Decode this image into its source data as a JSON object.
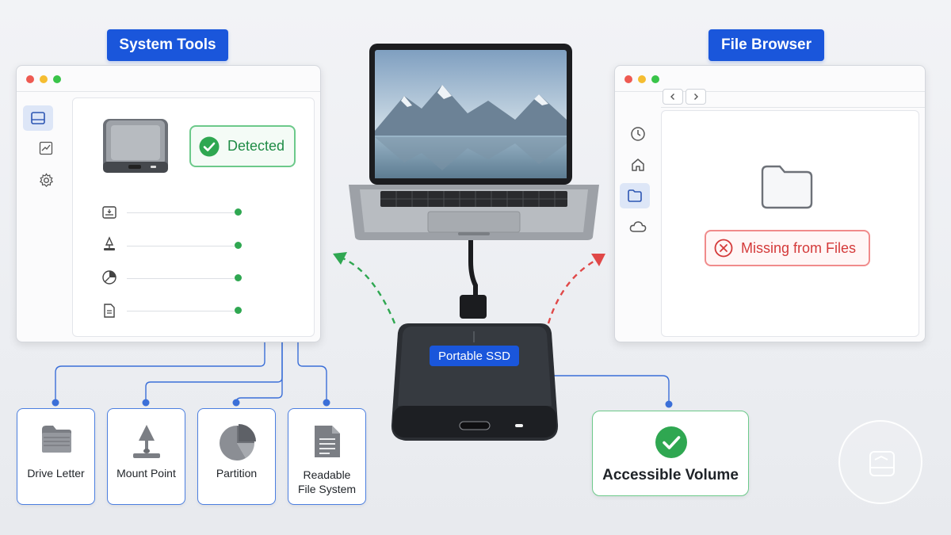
{
  "left_panel": {
    "title": "System Tools",
    "status_label": "Detected",
    "sidebar_icons": [
      "drive-icon",
      "chart-icon",
      "gear-icon"
    ],
    "rows": [
      {
        "icon": "drive-letter-icon"
      },
      {
        "icon": "mount-point-icon"
      },
      {
        "icon": "partition-icon"
      },
      {
        "icon": "file-system-icon"
      }
    ]
  },
  "right_panel": {
    "title": "File Browser",
    "status_label": "Missing from Files",
    "sidebar_icons": [
      "clock-icon",
      "home-icon",
      "folder-icon",
      "cloud-icon"
    ]
  },
  "center": {
    "device_label": "Portable SSD"
  },
  "properties": [
    {
      "label": "Drive Letter",
      "icon": "drive-letter-icon"
    },
    {
      "label": "Mount Point",
      "icon": "mount-point-icon"
    },
    {
      "label": "Partition",
      "icon": "partition-icon"
    },
    {
      "label": "Readable",
      "label2": "File System",
      "icon": "file-system-icon"
    }
  ],
  "result": {
    "label": "Accessible Volume"
  },
  "colors": {
    "accent_blue": "#1a56db",
    "success_green": "#2fa751",
    "error_red": "#d43a3a",
    "connector_blue": "#3b6fd8"
  }
}
